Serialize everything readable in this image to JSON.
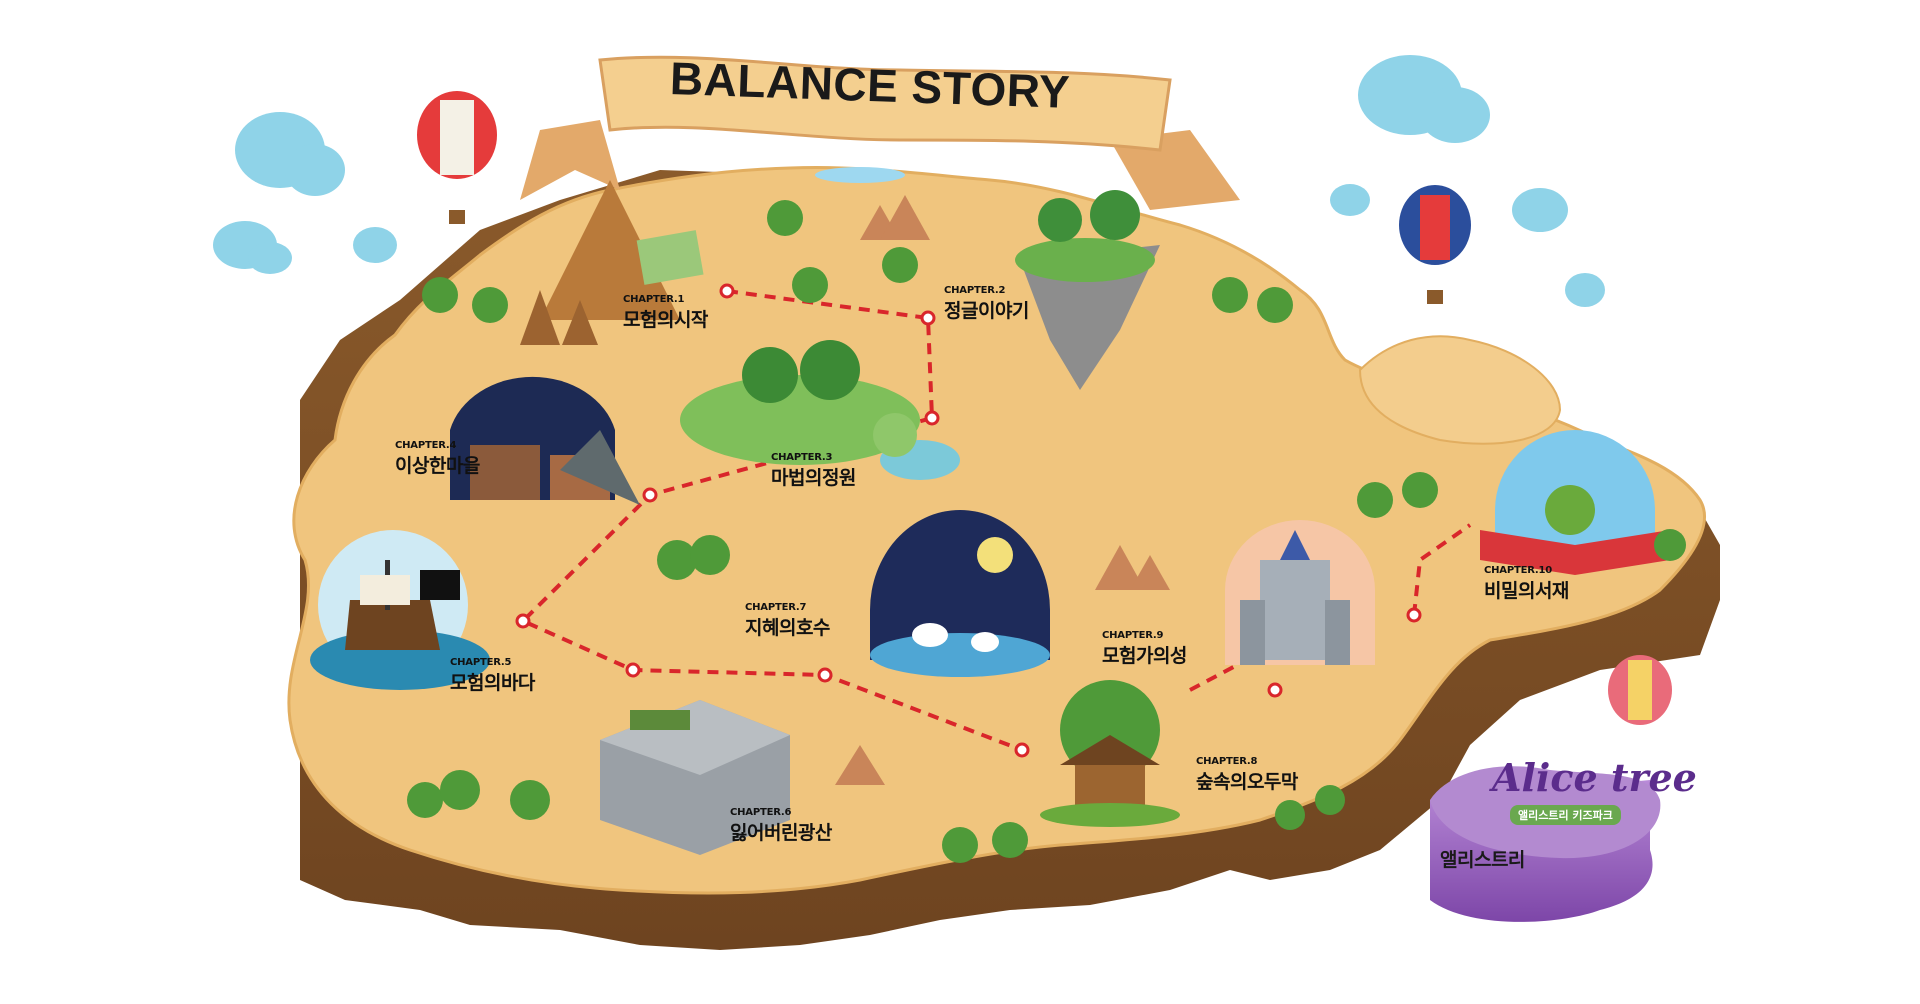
{
  "title": "BALANCE STORY",
  "colors": {
    "land": "#f0c57e",
    "land_edge": "#e2ae60",
    "soil": "#8a5a2b",
    "soil_dark": "#6e4420",
    "route": "#d9262b",
    "banner": "#f4cf8f",
    "banner_dark": "#e3a96a",
    "cloud": "#8fd3e8",
    "alice_purple": "#8c55b8"
  },
  "chapters": [
    {
      "id": "1",
      "chapter": "CHAPTER.1",
      "name": "모험의시작"
    },
    {
      "id": "2",
      "chapter": "CHAPTER.2",
      "name": "정글이야기"
    },
    {
      "id": "3",
      "chapter": "CHAPTER.3",
      "name": "마법의정원"
    },
    {
      "id": "4",
      "chapter": "CHAPTER.4",
      "name": "이상한마을"
    },
    {
      "id": "5",
      "chapter": "CHAPTER.5",
      "name": "모험의바다"
    },
    {
      "id": "6",
      "chapter": "CHAPTER.6",
      "name": "잃어버린광산"
    },
    {
      "id": "7",
      "chapter": "CHAPTER.7",
      "name": "지혜의호수"
    },
    {
      "id": "8",
      "chapter": "CHAPTER.8",
      "name": "숲속의오두막"
    },
    {
      "id": "9",
      "chapter": "CHAPTER.9",
      "name": "모험가의성"
    },
    {
      "id": "10",
      "chapter": "CHAPTER.10",
      "name": "비밀의서재"
    }
  ],
  "alice": {
    "logo": "Alice tree",
    "logo_sub": "앨리스트리 키즈파크",
    "island_label": "앨리스트리"
  }
}
